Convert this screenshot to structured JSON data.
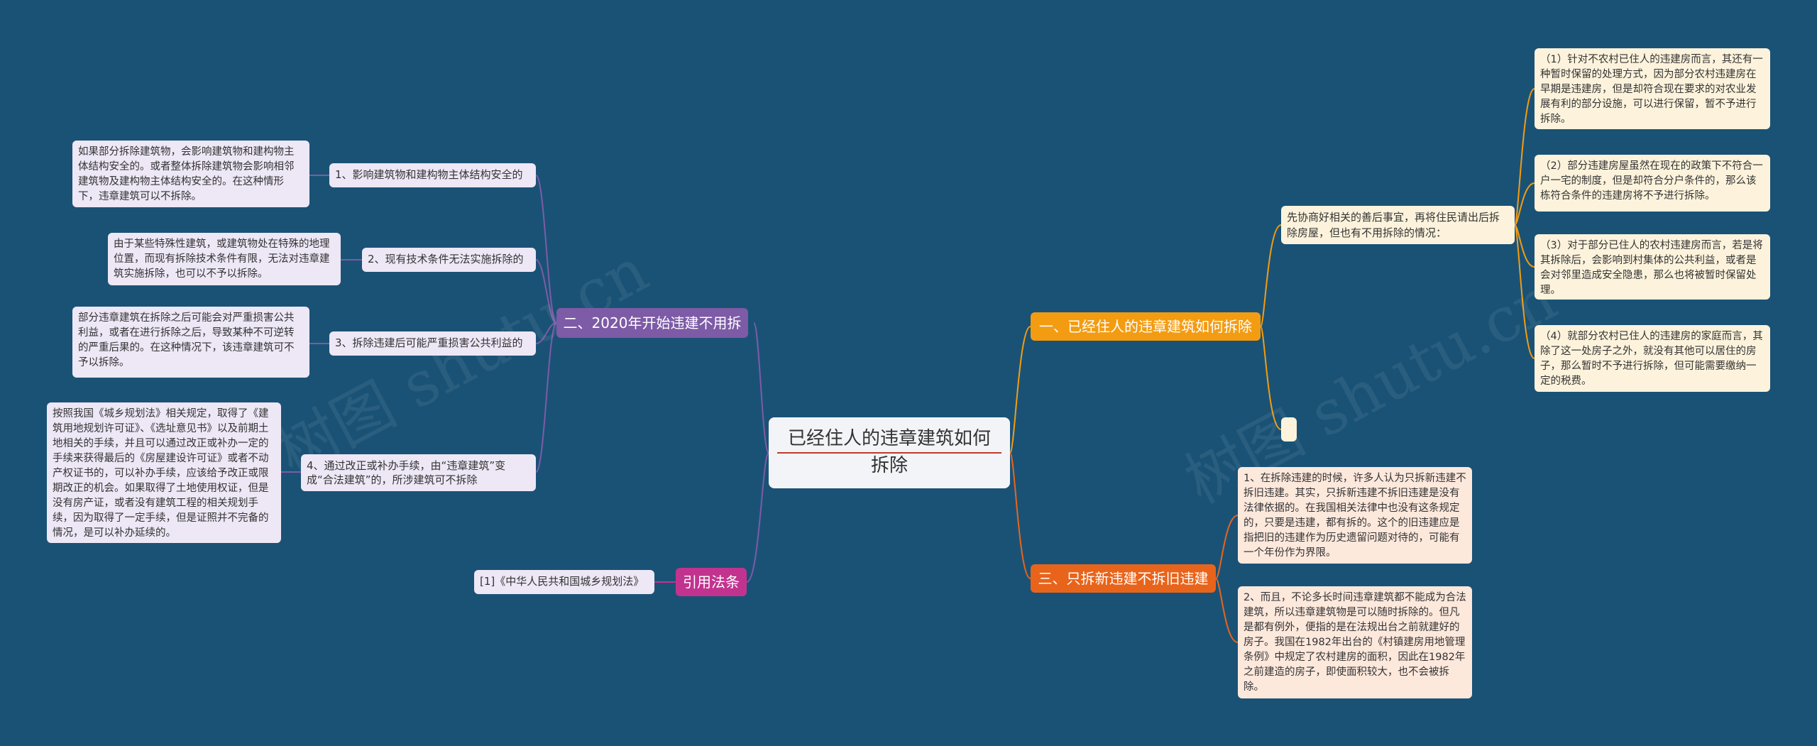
{
  "root": {
    "title": "已经住人的违章建筑如何拆除"
  },
  "watermark": "树图 shutu.cn",
  "right": {
    "b1": {
      "title": "一、已经住人的违章建筑如何拆除",
      "intro": "先协商好相关的善后事宜，再将住民请出后拆除房屋，但也有不用拆除的情况：",
      "items": [
        "（1）针对不农村已住人的违建房而言，其还有一种暂时保留的处理方式，因为部分农村违建房在早期是违建房，但是却符合现在要求的对农业发展有利的部分设施，可以进行保留，暂不予进行拆除。",
        "（2）部分违建房屋虽然在现在的政策下不符合一户一宅的制度，但是却符合分户条件的，那么该栋符合条件的违建房将不予进行拆除。",
        "（3）对于部分已住人的农村违建房而言，若是将其拆除后，会影响到村集体的公共利益，或者是会对邻里造成安全隐患，那么也将被暂时保留处理。",
        "（4）就部分农村已住人的违建房的家庭而言，其除了这一处房子之外，就没有其他可以居住的房子，那么暂时不予进行拆除，但可能需要缴纳一定的税费。"
      ]
    },
    "b3": {
      "title": "三、只拆新违建不拆旧违建",
      "items": [
        "1、在拆除违建的时候，许多人认为只拆新违建不拆旧违建。其实，只拆新违建不拆旧违建是没有法律依据的。在我国相关法律中也没有这条规定的，只要是违建，都有拆的。这个的旧违建应是指把旧的违建作为历史遗留问题对待的，可能有一个年份作为界限。",
        "2、而且，不论多长时间违章建筑都不能成为合法建筑，所以违章建筑物是可以随时拆除的。但凡是都有例外，便指的是在法规出台之前就建好的房子。我国在1982年出台的《村镇建房用地管理条例》中规定了农村建房的面积，因此在1982年之前建造的房子，即使面积较大，也不会被拆除。"
      ]
    }
  },
  "left": {
    "b2": {
      "title": "二、2020年开始违建不用拆",
      "items": [
        {
          "label": "1、影响建筑物和建构物主体结构安全的",
          "desc": "如果部分拆除建筑物，会影响建筑物和建构物主体结构安全的。或者整体拆除建筑物会影响相邻建筑物及建构物主体结构安全的。在这种情形下，违章建筑可以不拆除。"
        },
        {
          "label": "2、现有技术条件无法实施拆除的",
          "desc": "由于某些特殊性建筑，或建筑物处在特殊的地理位置，而现有拆除技术条件有限，无法对违章建筑实施拆除，也可以不予以拆除。"
        },
        {
          "label": "3、拆除违建后可能严重损害公共利益的",
          "desc": "部分违章建筑在拆除之后可能会对严重损害公共利益，或者在进行拆除之后，导致某种不可逆转的严重后果的。在这种情况下，该违章建筑可不予以拆除。"
        },
        {
          "label": "4、通过改正或补办手续，由“违章建筑”变成“合法建筑”的，所涉建筑可不拆除",
          "desc": "按照我国《城乡规划法》相关规定，取得了《建筑用地规划许可证》、《选址意见书》以及前期土地相关的手续，并且可以通过改正或补办一定的手续来获得最后的《房屋建设许可证》或者不动产权证书的，可以补办手续，应该给予改正或限期改正的机会。如果取得了土地使用权证，但是没有房产证，或者没有建筑工程的相关规划手续，因为取得了一定手续，但是证照并不完备的情况，是可以补办延续的。"
        }
      ]
    },
    "ref": {
      "title": "引用法条",
      "items": [
        "[1]《中华人民共和国城乡规划法》"
      ]
    }
  },
  "colors": {
    "background": "#1a5276",
    "orange": "#f39c12",
    "red": "#e8641b",
    "purple": "#7d5ba6",
    "pink": "#c2338f"
  }
}
